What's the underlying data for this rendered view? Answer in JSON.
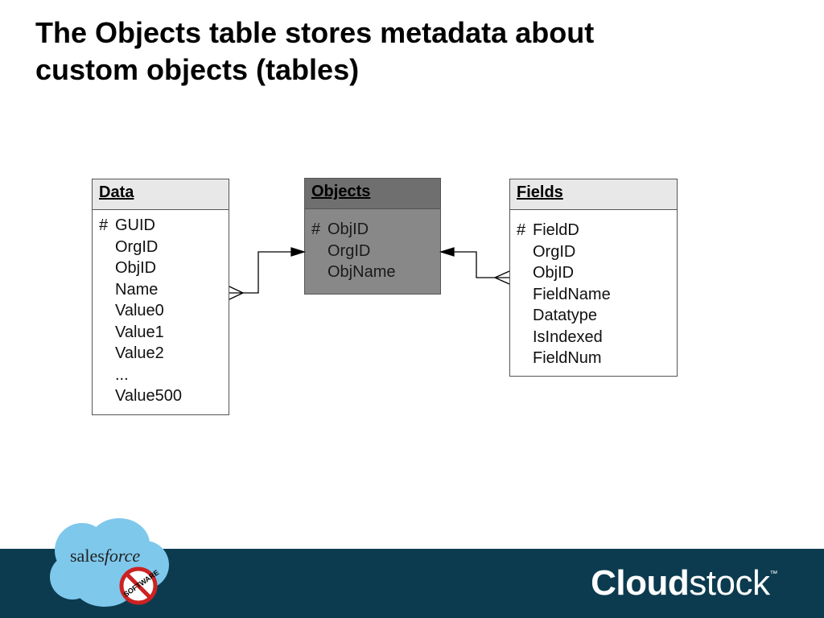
{
  "slide": {
    "title_line1": "The Objects table stores metadata about",
    "title_line2": "custom objects (tables)"
  },
  "entities": {
    "data": {
      "name": "Data",
      "fields": [
        {
          "pk": "#",
          "label": "GUID"
        },
        {
          "pk": "",
          "label": "OrgID"
        },
        {
          "pk": "",
          "label": "ObjID"
        },
        {
          "pk": "",
          "label": "Name"
        },
        {
          "pk": "",
          "label": "Value0"
        },
        {
          "pk": "",
          "label": "Value1"
        },
        {
          "pk": "",
          "label": "Value2"
        },
        {
          "pk": "",
          "label": "..."
        },
        {
          "pk": "",
          "label": "Value500"
        }
      ]
    },
    "objects": {
      "name": "Objects",
      "fields": [
        {
          "pk": "#",
          "label": "ObjID"
        },
        {
          "pk": "",
          "label": "OrgID"
        },
        {
          "pk": "",
          "label": "ObjName"
        }
      ]
    },
    "fields": {
      "name": "Fields",
      "fields": [
        {
          "pk": "#",
          "label": "FieldD"
        },
        {
          "pk": "",
          "label": "OrgID"
        },
        {
          "pk": "",
          "label": "ObjID"
        },
        {
          "pk": "",
          "label": "FieldName"
        },
        {
          "pk": "",
          "label": "Datatype"
        },
        {
          "pk": "",
          "label": "IsIndexed"
        },
        {
          "pk": "",
          "label": "FieldNum"
        }
      ]
    }
  },
  "relationships": [
    {
      "from": "Data",
      "to": "Objects",
      "from_cardinality": "many",
      "to_end": "arrow"
    },
    {
      "from": "Fields",
      "to": "Objects",
      "from_cardinality": "many",
      "to_end": "arrow"
    }
  ],
  "footer": {
    "brand_bold": "Cloud",
    "brand_light": "stock",
    "brand_tm": "™",
    "logo_word_1": "sales",
    "logo_word_2": "force",
    "badge_text": "SOFTWARE",
    "colors": {
      "footer_bar": "#0c3b4f",
      "logo_cloud": "#7ec8ec",
      "badge_red": "#cc2222"
    }
  }
}
